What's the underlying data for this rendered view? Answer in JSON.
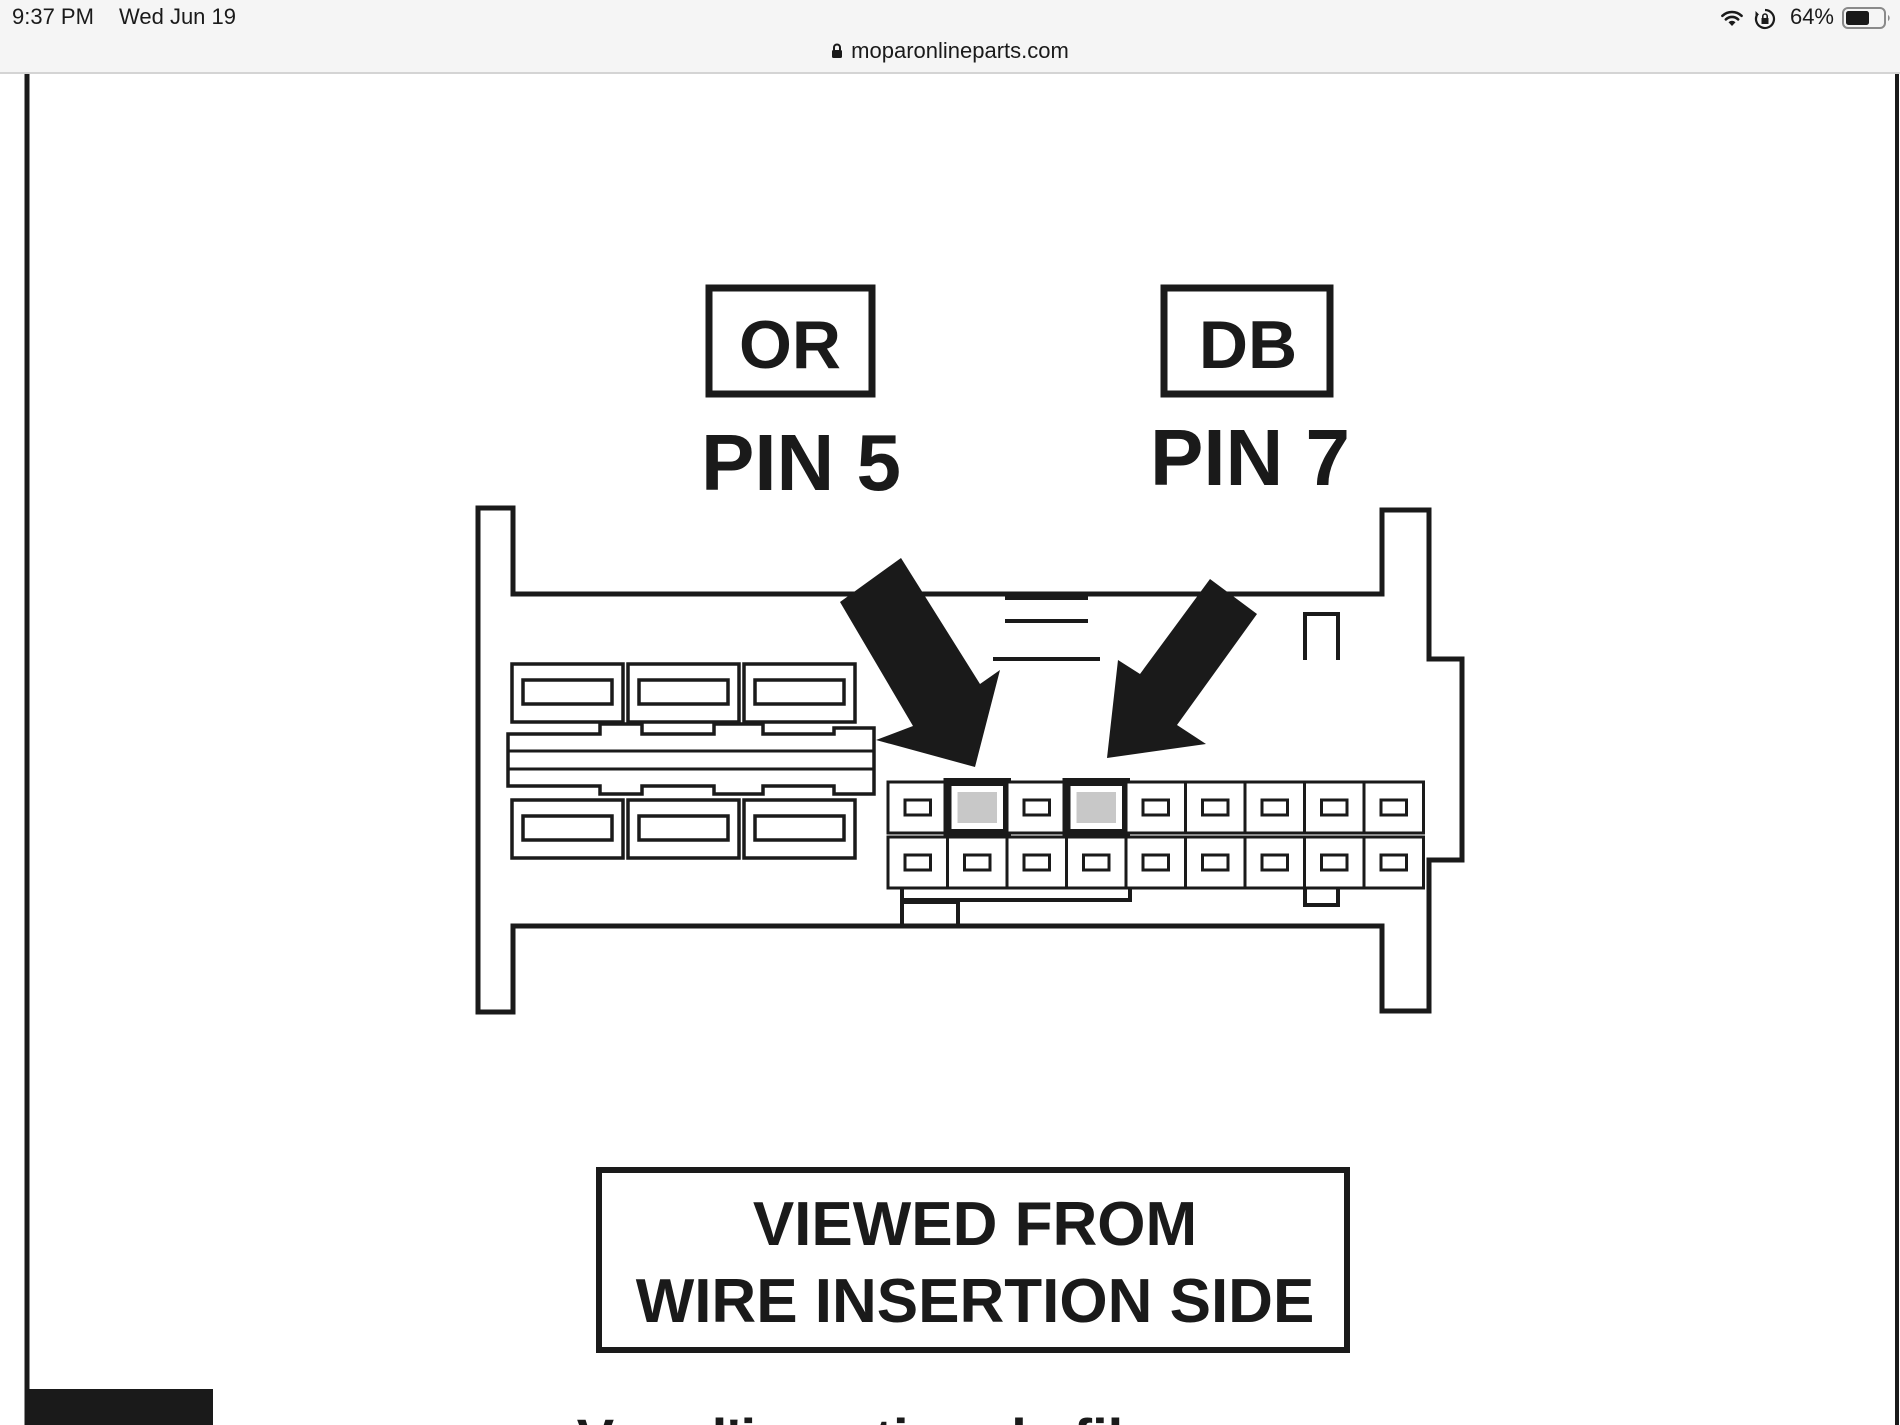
{
  "status_bar": {
    "time": "9:37 PM",
    "date": "Wed Jun 19",
    "battery_percent": "64%",
    "wifi_icon": "wifi-icon",
    "rotation_lock_icon": "rotation-lock-icon",
    "battery_icon": "battery-icon",
    "battery_level": 0.64
  },
  "browser": {
    "url": "moparonlineparts.com",
    "lock_icon": "lock-icon"
  },
  "diagram": {
    "label_left_box": "OR",
    "label_left_pin": "PIN 5",
    "label_right_box": "DB",
    "label_right_pin": "PIN 7",
    "caption_line1": "VIEWED FROM",
    "caption_line2": "WIRE INSERTION SIDE",
    "caption_partial": "Vue d'insertion de fil"
  }
}
